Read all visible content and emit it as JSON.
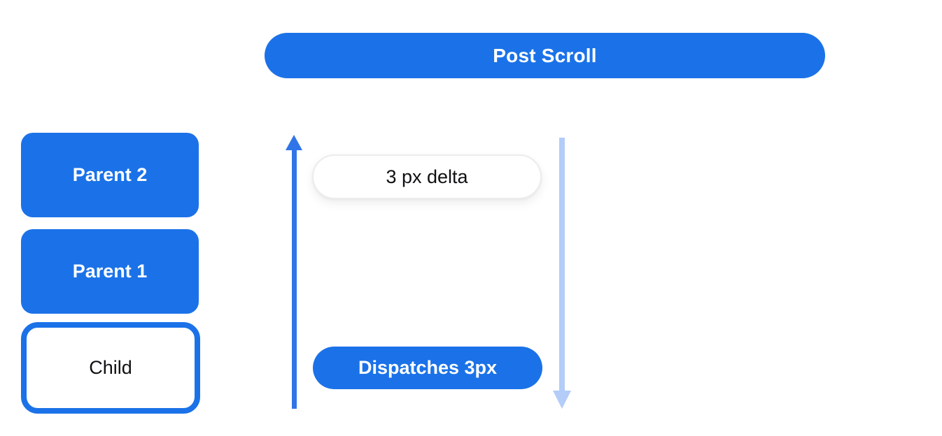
{
  "labels": {
    "post_scroll": "Post Scroll",
    "parent2": "Parent 2",
    "parent1": "Parent 1",
    "child": "Child",
    "delta": "3 px delta",
    "dispatches": "Dispatches 3px"
  },
  "colors": {
    "primary_blue": "#1b72e8",
    "arrow_blue": "#2f75e8",
    "light_arrow_blue": "#b3ccf8",
    "pill_text_white": "#ffffff",
    "dark_text": "#0f1011",
    "delta_border_gray": "#ececec",
    "background": "#ffffff"
  }
}
